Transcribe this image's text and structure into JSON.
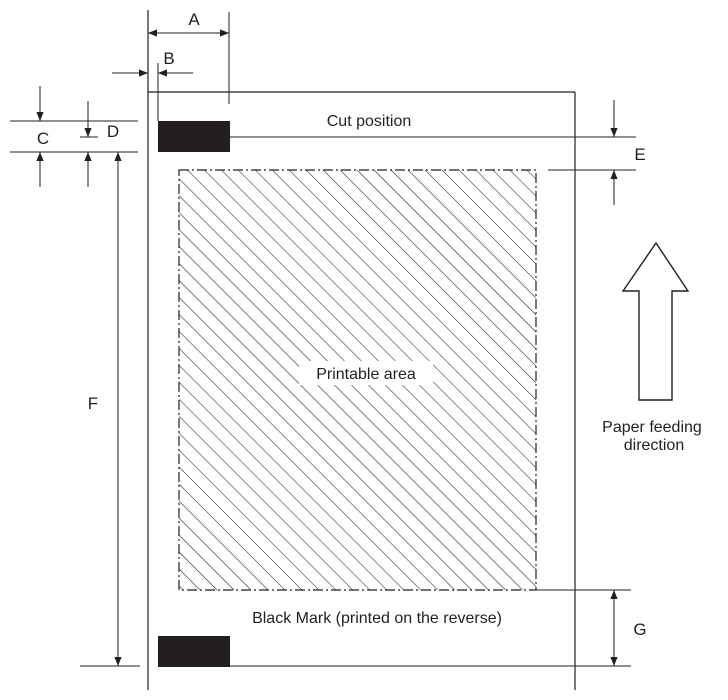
{
  "dimension_labels": {
    "a": "A",
    "b": "B",
    "c": "C",
    "d": "D",
    "e": "E",
    "f": "F",
    "g": "G"
  },
  "captions": {
    "cut_position": "Cut position",
    "printable_area": "Printable area",
    "black_mark": "Black Mark (printed on the reverse)",
    "paper_feeding_line1": "Paper feeding",
    "paper_feeding_line2": "direction"
  },
  "colors": {
    "ink": "#231f20",
    "black_mark": "#231f20",
    "background": "#ffffff"
  },
  "icons": {
    "feed_arrow": "up-arrow-outline-icon"
  }
}
